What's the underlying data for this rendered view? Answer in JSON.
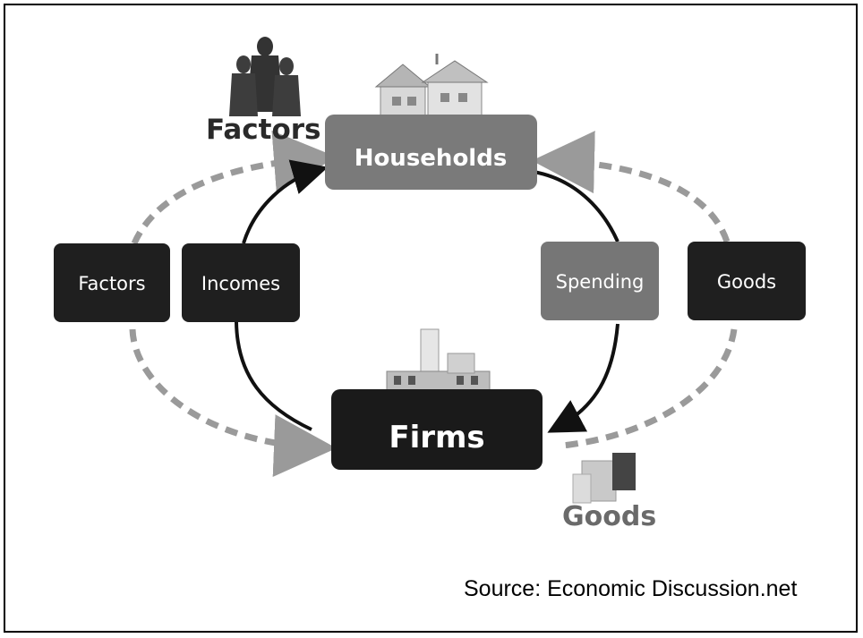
{
  "diagram": {
    "nodes": {
      "households": "Households",
      "firms": "Firms",
      "factors_box": "Factors",
      "incomes_box": "Incomes",
      "spending_box": "Spending",
      "goods_box": "Goods"
    },
    "icon_labels": {
      "factors_word": "Factors",
      "goods_word": "Goods"
    },
    "colors": {
      "households_fill": "#7a7a7a",
      "firms_fill": "#1a1a1a",
      "dark_box_fill": "#1f1f1f",
      "spending_fill": "#767676",
      "dashed_arrow": "#9a9a9a",
      "solid_arrow": "#111111"
    }
  },
  "source": "Source: Economic Discussion.net"
}
